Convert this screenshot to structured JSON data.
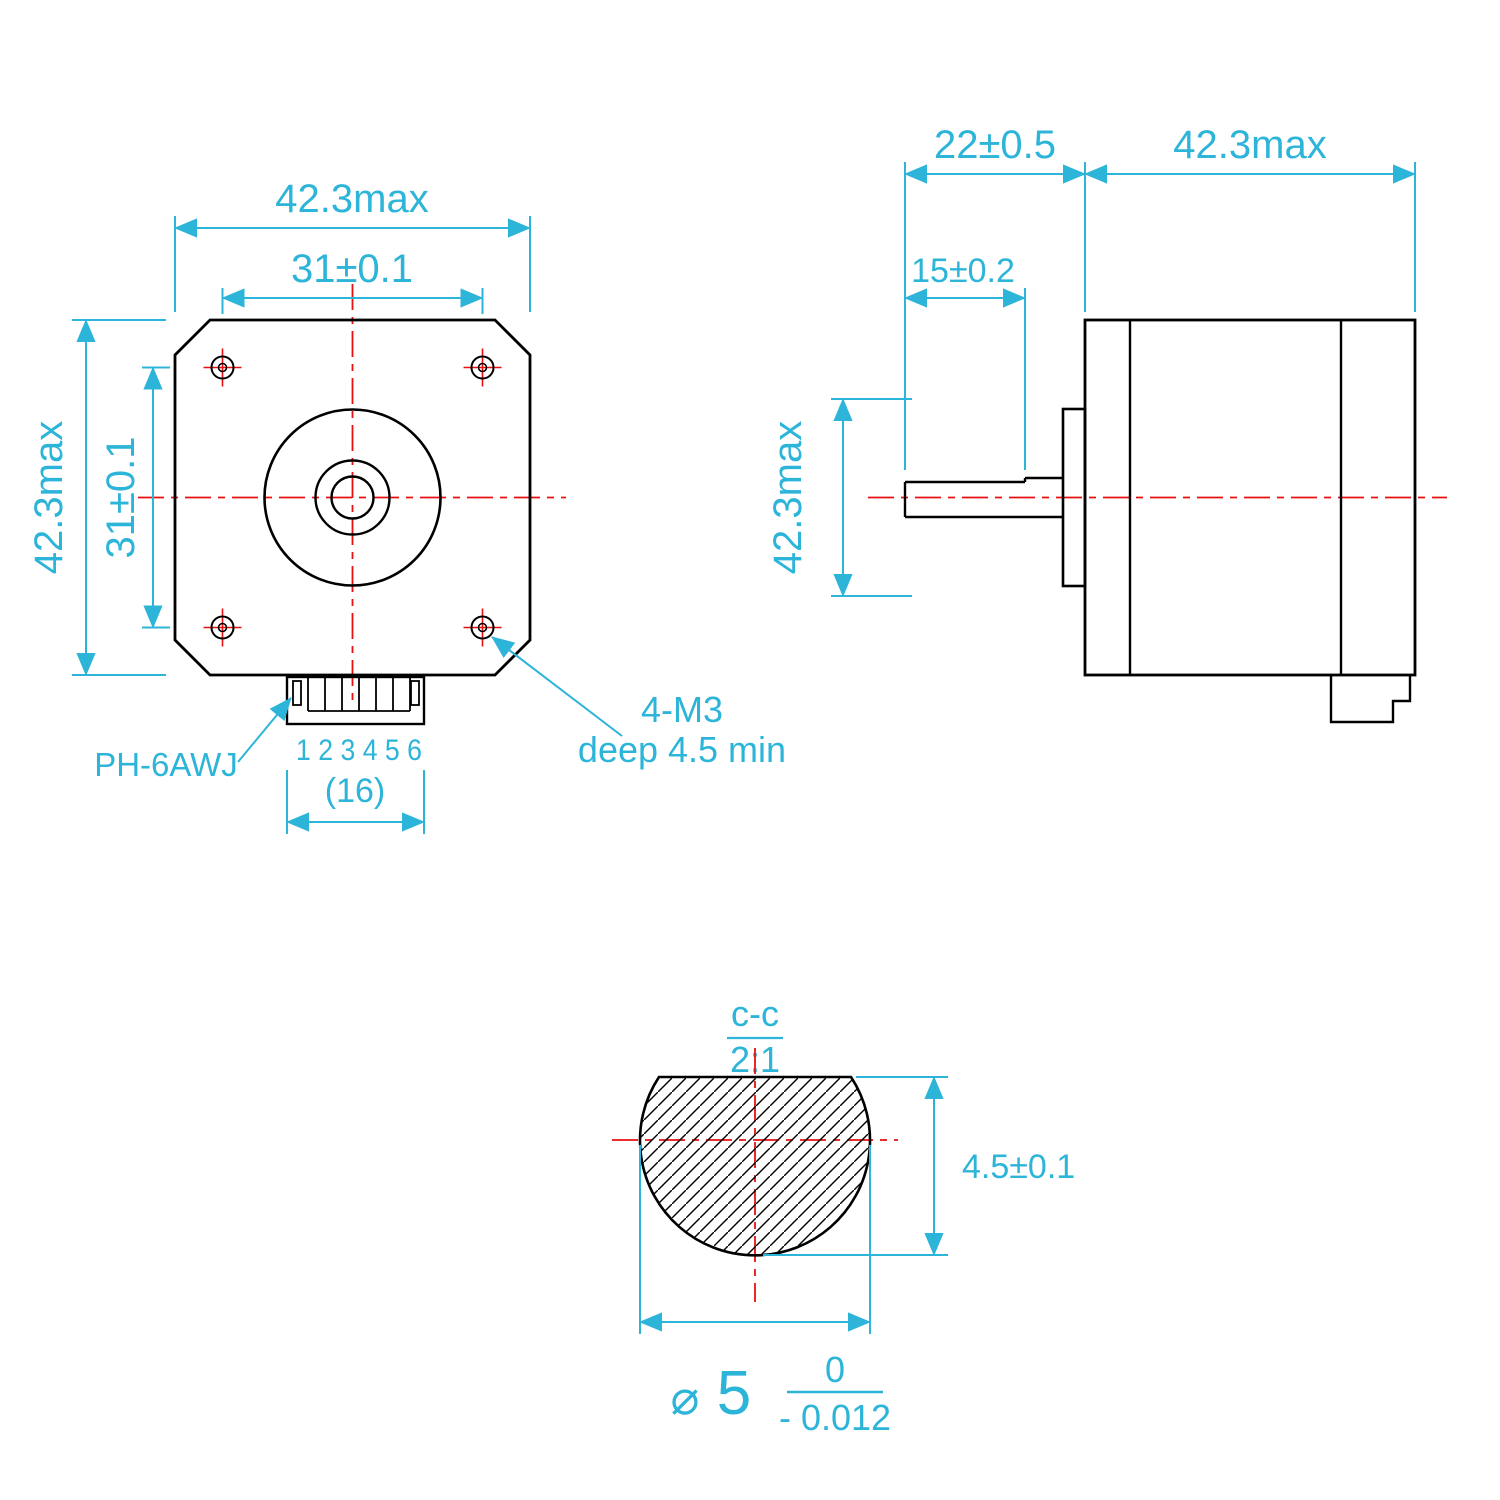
{
  "title": "Stepper motor dimensional drawing",
  "colors": {
    "dimension_cyan": "#2db4d9",
    "centerline_red": "#e81010",
    "outline_black": "#000000"
  },
  "front_view": {
    "overall_width": "42.3max",
    "hole_spacing_horizontal": "31±0.1",
    "overall_height": "42.3max",
    "hole_spacing_vertical": "31±0.1",
    "connector_label": "PH-6AWJ",
    "pin_numbers": "1 2 3 4 5 6",
    "connector_width": "(16)",
    "mounting_holes_note_line1": "4-M3",
    "mounting_holes_note_line2": "deep 4.5 min"
  },
  "side_view": {
    "shaft_length": "22±0.5",
    "body_length": "42.3max",
    "shaft_flat_length": "15±0.2",
    "body_height": "42.3max"
  },
  "section_view": {
    "section_label": "c-c",
    "section_scale": "2:1",
    "shaft_flat_height": "4.5±0.1",
    "diameter_symbol": "⌀",
    "diameter_value": "5",
    "diameter_tolerance_upper": "0",
    "diameter_tolerance_lower": "- 0.012"
  }
}
